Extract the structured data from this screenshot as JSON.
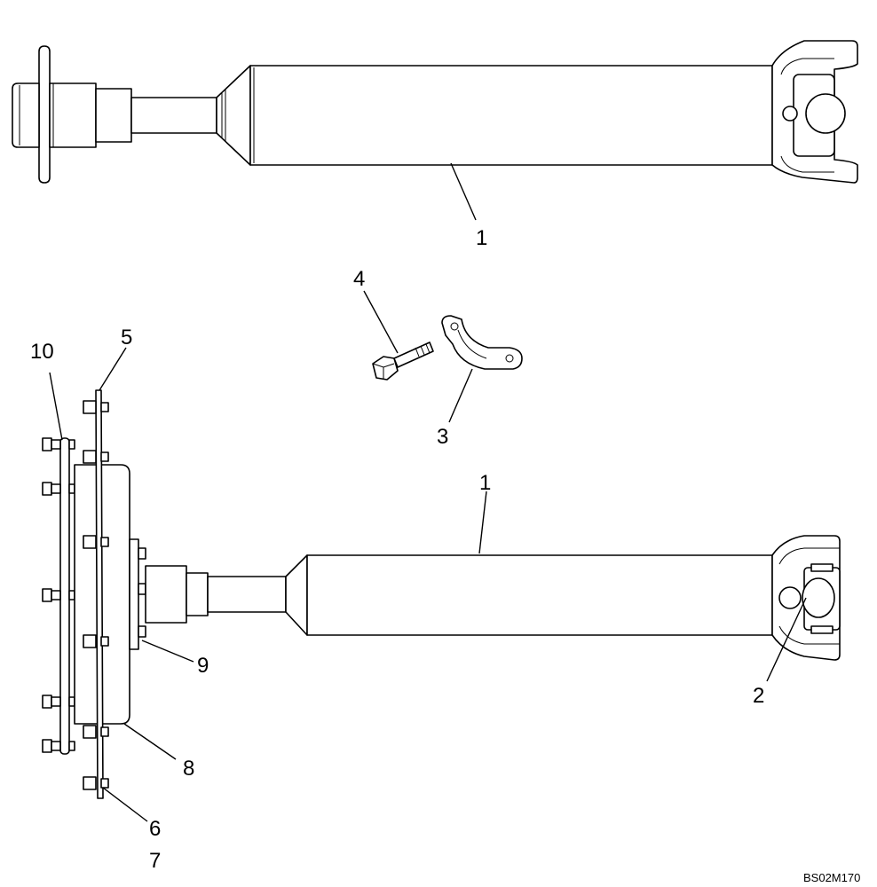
{
  "diagram": {
    "callouts": {
      "c1_top": "1",
      "c1_bottom": "1",
      "c2": "2",
      "c3": "3",
      "c4": "4",
      "c5": "5",
      "c6": "6",
      "c7": "7",
      "c8": "8",
      "c9": "9",
      "c10": "10"
    },
    "figure_id": "BS02M170"
  }
}
